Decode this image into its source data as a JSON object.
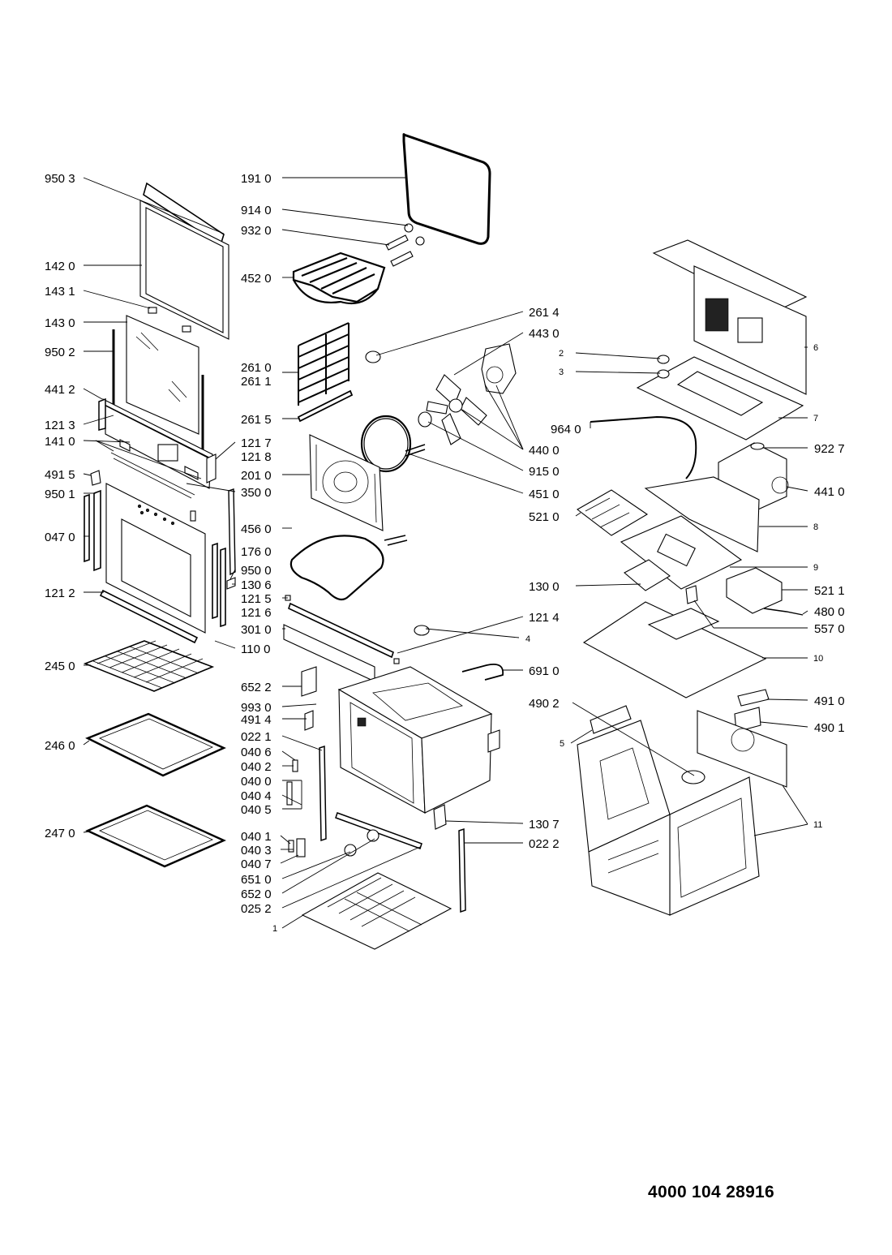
{
  "part_labels": {
    "l9503": "950 3",
    "l1420": "142 0",
    "l1431": "143 1",
    "l1430": "143 0",
    "l9502": "950 2",
    "l4412": "441 2",
    "l1213": "121 3",
    "l1410": "141 0",
    "l4915": "491 5",
    "l9501": "950 1",
    "l0470": "047 0",
    "l1212": "121 2",
    "l2450": "245 0",
    "l2460": "246 0",
    "l2470": "247 0",
    "l1910": "191 0",
    "l9140": "914 0",
    "l9320": "932 0",
    "l4520": "452 0",
    "l2610": "261 0",
    "l2611": "261 1",
    "l2615": "261 5",
    "l1217": "121 7",
    "l1218": "121 8",
    "l2010": "201 0",
    "l3500": "350 0",
    "l4560": "456 0",
    "l1760": "176 0",
    "l9500": "950 0",
    "l1306": "130 6",
    "l1215": "121 5",
    "l1216": "121 6",
    "l3010": "301 0",
    "l1100": "110 0",
    "l6522": "652 2",
    "l9930": "993 0",
    "l4914": "491 4",
    "l0221": "022 1",
    "l0406": "040 6",
    "l0402": "040 2",
    "l0400": "040 0",
    "l0404": "040 4",
    "l0405": "040 5",
    "l0401": "040 1",
    "l0403": "040 3",
    "l0407": "040 7",
    "l6510": "651 0",
    "l6520": "652 0",
    "l0252": "025 2",
    "l1": "1",
    "l2614": "261 4",
    "l4430": "443 0",
    "l4400": "440 0",
    "l9150": "915 0",
    "l4510": "451 0",
    "l1214": "121 4",
    "l4": "4",
    "l6910": "691 0",
    "l4902": "490 2",
    "l5": "5",
    "l1307": "130 7",
    "l0222": "022 2",
    "l2": "2",
    "l3": "3",
    "l6": "6",
    "l7": "7",
    "l9640": "964 0",
    "l9227": "922 7",
    "l4410": "441 0",
    "l5210": "521 0",
    "l8": "8",
    "l9": "9",
    "l1300": "130 0",
    "l5211": "521 1",
    "l4800": "480 0",
    "l5570": "557 0",
    "l10": "10",
    "l4910": "491 0",
    "l4901": "490 1",
    "l11": "11"
  },
  "document_number": "4000 104 28916"
}
